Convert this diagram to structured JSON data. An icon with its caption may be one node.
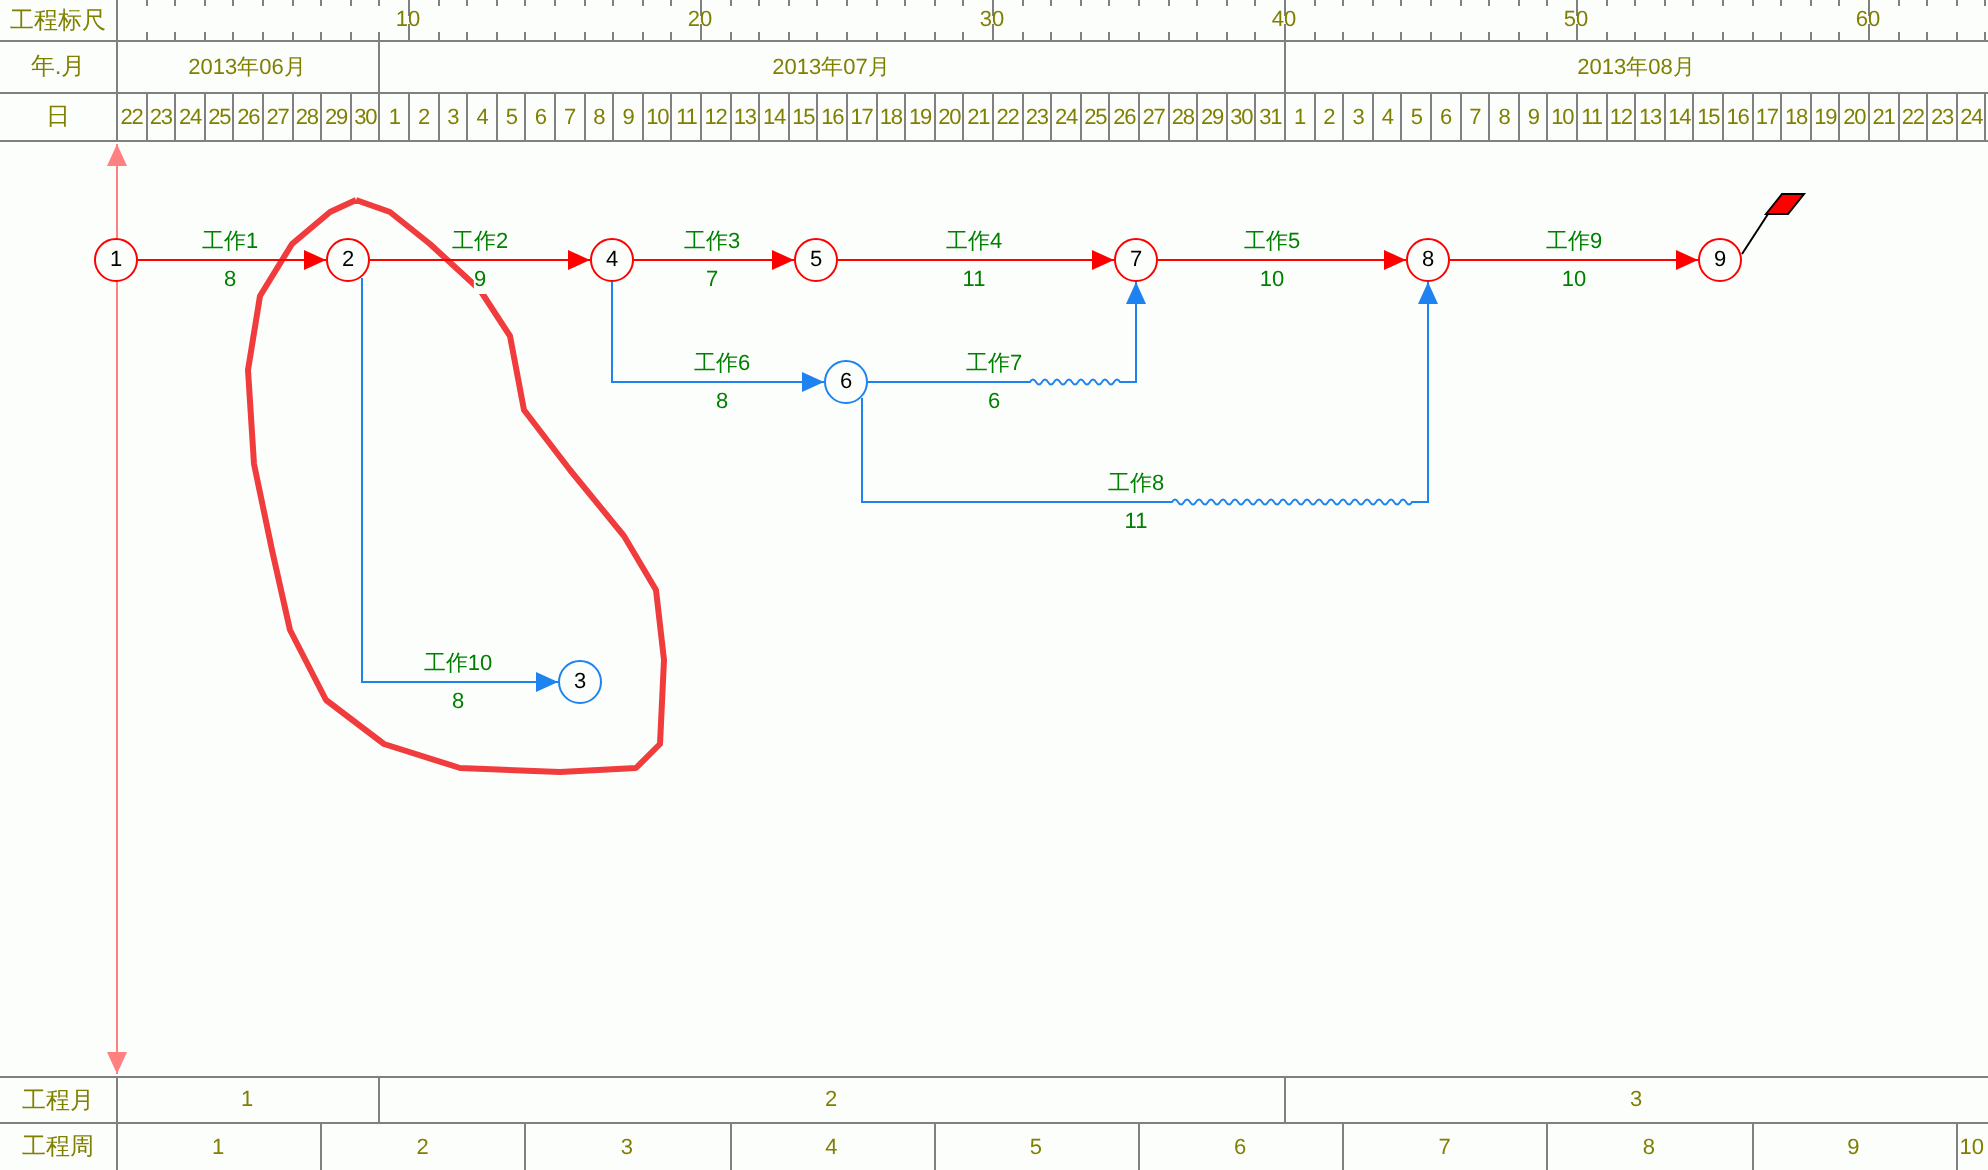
{
  "diagram": {
    "nodes": [
      {
        "text": [
          "1"
        ]
      },
      {
        "text": [
          "2"
        ]
      },
      {
        "text": [
          "3"
        ]
      },
      {
        "text": [
          "4"
        ]
      },
      {
        "text": [
          "5"
        ]
      },
      {
        "text": [
          "6"
        ]
      },
      {
        "text": [
          "7"
        ]
      },
      {
        "text": [
          "8"
        ]
      },
      {
        "text": [
          "9"
        ]
      }
    ],
    "edges": [
      {
        "from": 0,
        "to": 1,
        "arrow": "to",
        "label": [
          "工作1",
          "8"
        ]
      },
      {
        "from": 1,
        "to": 3,
        "arrow": "to",
        "label": [
          "工作2",
          "9"
        ]
      },
      {
        "from": 3,
        "to": 4,
        "arrow": "to",
        "label": [
          "工作3",
          "7"
        ]
      },
      {
        "from": 4,
        "to": 6,
        "arrow": "to",
        "label": [
          "工作4",
          "11"
        ]
      },
      {
        "from": 6,
        "to": 7,
        "arrow": "to",
        "label": [
          "工作5",
          "10"
        ]
      },
      {
        "from": 7,
        "to": 8,
        "arrow": "to",
        "label": [
          "工作9",
          "10"
        ]
      },
      {
        "from": 3,
        "to": 5,
        "arrow": "to",
        "label": [
          "工作6",
          "8"
        ],
        "color": "#1e82f0"
      },
      {
        "from": 5,
        "to": 6,
        "arrow": "to",
        "label": [
          "工作7",
          "6"
        ],
        "color": "#1e82f0"
      },
      {
        "from": 5,
        "to": 7,
        "arrow": "to",
        "label": [
          "工作8",
          "11"
        ],
        "color": "#1e82f0"
      },
      {
        "from": 1,
        "to": 2,
        "arrow": "to",
        "label": [
          "工作10",
          "8"
        ],
        "color": "#1e82f0"
      }
    ],
    "labels": [
      "工程标尺",
      "10",
      "20",
      "30",
      "40",
      "50",
      "60",
      "年.月",
      "2013年06月",
      "2013年07月",
      "2013年08月",
      "日",
      "22",
      "23",
      "24",
      "25",
      "26",
      "27",
      "28",
      "29",
      "30",
      "1",
      "2",
      "3",
      "4",
      "5",
      "6",
      "7",
      "8",
      "9",
      "10",
      "11",
      "12",
      "13",
      "14",
      "15",
      "16",
      "17",
      "18",
      "19",
      "20",
      "21",
      "22",
      "23",
      "24",
      "25",
      "26",
      "27",
      "28",
      "29",
      "30",
      "31",
      "1",
      "2",
      "3",
      "4",
      "5",
      "6",
      "7",
      "8",
      "9",
      "10",
      "11",
      "12",
      "13",
      "14",
      "15",
      "16",
      "17",
      "18",
      "19",
      "20",
      "21",
      "22",
      "23",
      "24",
      "工程月",
      "1",
      "2",
      "3",
      "工程周",
      "1",
      "2",
      "3",
      "4",
      "5",
      "6",
      "7",
      "8",
      "9",
      "10"
    ]
  }
}
